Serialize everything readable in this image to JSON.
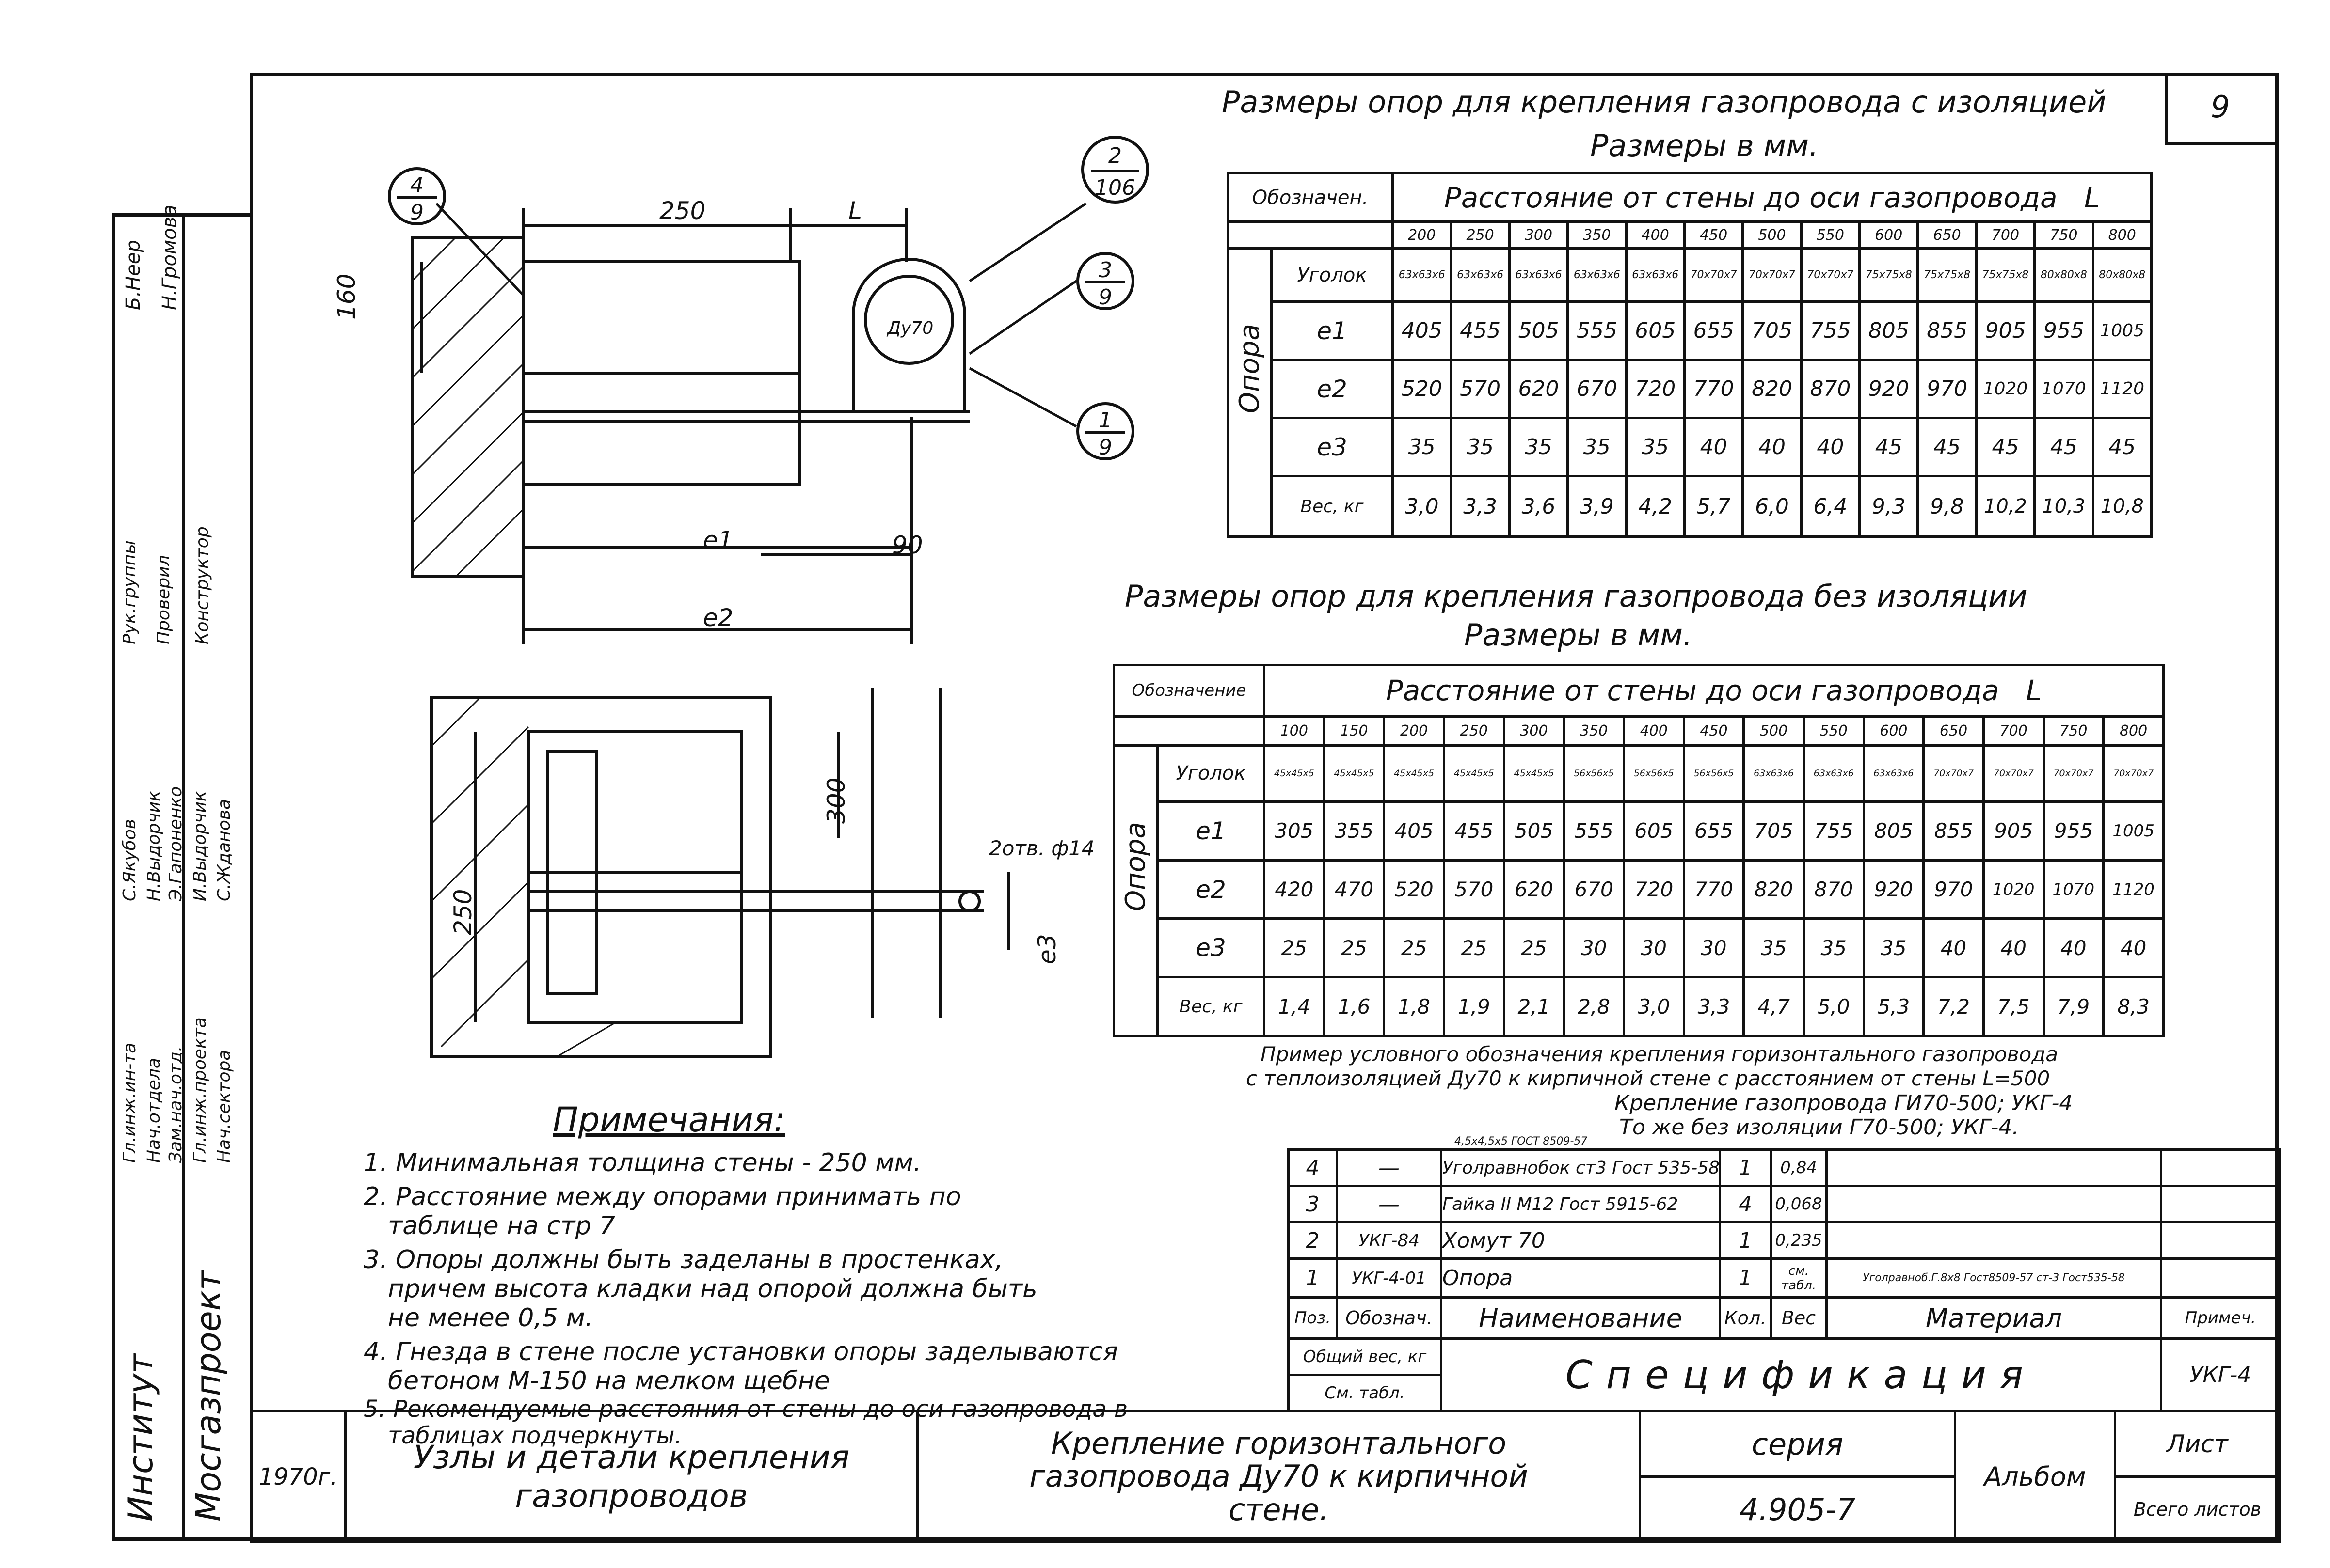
{
  "sheet_number": "9",
  "table1": {
    "title": "Размеры опор для крепления газопровода с изоляцией",
    "subtitle": "Размеры в мм.",
    "col_designation": "Обозначен.",
    "col_distance": "Расстояние от стены до оси газопровода",
    "distance_symbol": "L",
    "distances": [
      "200",
      "250",
      "300",
      "350",
      "400",
      "450",
      "500",
      "550",
      "600",
      "650",
      "700",
      "750",
      "800"
    ],
    "row_group": "Опора",
    "rows": [
      {
        "label": "Уголок",
        "values": [
          "63x63x6",
          "63x63x6",
          "63x63x6",
          "63x63x6",
          "63x63x6",
          "70x70x7",
          "70x70x7",
          "70x70x7",
          "75x75x8",
          "75x75x8",
          "75x75x8",
          "80x80x8",
          "80x80x8"
        ]
      },
      {
        "label": "e1",
        "values": [
          "405",
          "455",
          "505",
          "555",
          "605",
          "655",
          "705",
          "755",
          "805",
          "855",
          "905",
          "955",
          "1005"
        ]
      },
      {
        "label": "e2",
        "values": [
          "520",
          "570",
          "620",
          "670",
          "720",
          "770",
          "820",
          "870",
          "920",
          "970",
          "1020",
          "1070",
          "1120"
        ]
      },
      {
        "label": "e3",
        "values": [
          "35",
          "35",
          "35",
          "35",
          "35",
          "40",
          "40",
          "40",
          "45",
          "45",
          "45",
          "45",
          "45"
        ]
      },
      {
        "label": "Вес, кг",
        "values": [
          "3,0",
          "3,3",
          "3,6",
          "3,9",
          "4,2",
          "5,7",
          "6,0",
          "6,4",
          "9,3",
          "9,8",
          "10,2",
          "10,3",
          "10,8"
        ]
      }
    ]
  },
  "table2": {
    "title": "Размеры опор для крепления газопровода без изоляции",
    "subtitle": "Размеры в мм.",
    "col_designation": "Обозначение",
    "col_distance": "Расстояние от стены до оси газопровода",
    "distance_symbol": "L",
    "distances": [
      "100",
      "150",
      "200",
      "250",
      "300",
      "350",
      "400",
      "450",
      "500",
      "550",
      "600",
      "650",
      "700",
      "750",
      "800"
    ],
    "row_group": "Опора",
    "rows": [
      {
        "label": "Уголок",
        "values": [
          "45x45x5",
          "45x45x5",
          "45x45x5",
          "45x45x5",
          "45x45x5",
          "56x56x5",
          "56x56x5",
          "56x56x5",
          "63x63x6",
          "63x63x6",
          "63x63x6",
          "70x70x7",
          "70x70x7",
          "70x70x7",
          "70x70x7"
        ]
      },
      {
        "label": "e1",
        "values": [
          "305",
          "355",
          "405",
          "455",
          "505",
          "555",
          "605",
          "655",
          "705",
          "755",
          "805",
          "855",
          "905",
          "955",
          "1005"
        ]
      },
      {
        "label": "e2",
        "values": [
          "420",
          "470",
          "520",
          "570",
          "620",
          "670",
          "720",
          "770",
          "820",
          "870",
          "920",
          "970",
          "1020",
          "1070",
          "1120"
        ]
      },
      {
        "label": "e3",
        "values": [
          "25",
          "25",
          "25",
          "25",
          "25",
          "30",
          "30",
          "30",
          "35",
          "35",
          "35",
          "40",
          "40",
          "40",
          "40"
        ]
      },
      {
        "label": "Вес, кг",
        "values": [
          "1,4",
          "1,6",
          "1,8",
          "1,9",
          "2,1",
          "2,8",
          "3,0",
          "3,3",
          "4,7",
          "5,0",
          "5,3",
          "7,2",
          "7,5",
          "7,9",
          "8,3"
        ]
      }
    ]
  },
  "example": {
    "line1": "Пример условного обозначения крепления горизонтального газопровода",
    "line2": "с теплоизоляцией Ду70 к кирпичной стене с расстоянием от стены L=500",
    "line3": "Крепление газопровода ГИ70-500; УКГ-4",
    "line4": "То же без изоляции Г70-500; УКГ-4."
  },
  "drawing": {
    "dim_250": "250",
    "dim_L": "L",
    "dim_160": "160",
    "dim_90": "90",
    "dim_e1": "e1",
    "dim_e2": "e2",
    "dim_300": "300",
    "dim_250b": "250",
    "dim_e3": "e3",
    "hole_label": "2отв. ф14",
    "pipe_label": "Ду70",
    "callout_1": {
      "top": "4",
      "bottom": "9"
    },
    "callout_2": {
      "top": "2",
      "bottom": "106"
    },
    "callout_3": {
      "top": "3",
      "bottom": "9"
    },
    "callout_4": {
      "top": "1",
      "bottom": "9"
    }
  },
  "notes": {
    "title": "Примечания:",
    "items": [
      "1. Минимальная толщина стены - 250 мм.",
      "2. Расстояние между опорами принимать по",
      "таблице на стр 7",
      "3. Опоры должны быть заделаны в простенках,",
      "причем высота кладки над опорой должна быть",
      "не менее 0,5 м.",
      "4. Гнезда в стене после установки опоры заделываются",
      "бетоном М-150 на мелком щебне",
      "5. Рекомендуемые расстояния от стены до оси газопровода в",
      "таблицах подчеркнуты."
    ]
  },
  "spec": {
    "note_above": "4,5x4,5x5 ГОСТ 8509-57",
    "rows": [
      {
        "pos": "4",
        "code": "—",
        "name": "Уголравнобок ст3 Гост 535-58",
        "qty": "1",
        "weight": "0,84",
        "material": ""
      },
      {
        "pos": "3",
        "code": "—",
        "name": "Гайка II М12 Гост 5915-62",
        "qty": "4",
        "weight": "0,068",
        "material": ""
      },
      {
        "pos": "2",
        "code": "УКГ-84",
        "name": "Хомут 70",
        "qty": "1",
        "weight": "0,235",
        "material": ""
      },
      {
        "pos": "1",
        "code": "УКГ-4-01",
        "name": "Опора",
        "qty": "1",
        "weight": "см. табл.",
        "material": "Уголравноб.Г.8x8 Гост8509-57 ст-3 Гост535-58"
      }
    ],
    "header": {
      "pos": "Поз.",
      "code": "Обознач.",
      "name": "Наименование",
      "qty": "Кол.",
      "weight": "Вес",
      "material": "Материал",
      "note": "Примеч."
    },
    "total_label": "Общий вес, кг",
    "total_value": "См. табл.",
    "title": "Спецификация",
    "code": "УКГ-4"
  },
  "stamp": {
    "year": "1970г.",
    "album_title_1": "Узлы и детали крепления",
    "album_title_2": "газопроводов",
    "drawing_title_1": "Крепление горизонтального",
    "drawing_title_2": "газопровода Ду70 к кирпичной",
    "drawing_title_3": "стене.",
    "series_label": "серия",
    "series_value": "4.905-7",
    "album": "Альбом",
    "sheet_label": "Лист",
    "total_sheets_label": "Всего листов"
  },
  "side": {
    "institute": "Институт",
    "institute_name": "Мосгазпроект",
    "roles": [
      "Гл.инж.ин-та",
      "Нач.отдела",
      "Зам.нач.отд.",
      "Гл.инж.проекта",
      "Нач.сектора"
    ],
    "roles2": [
      "Рук.группы",
      "Проверил",
      "Конструктор"
    ],
    "names": [
      "С.Якубов",
      "Н.Выдорчик",
      "Э.Гапоненко",
      "И.Выдорчик",
      "С.Жданова"
    ],
    "names2": [
      "Б.Неер",
      "Н.Громова"
    ]
  }
}
